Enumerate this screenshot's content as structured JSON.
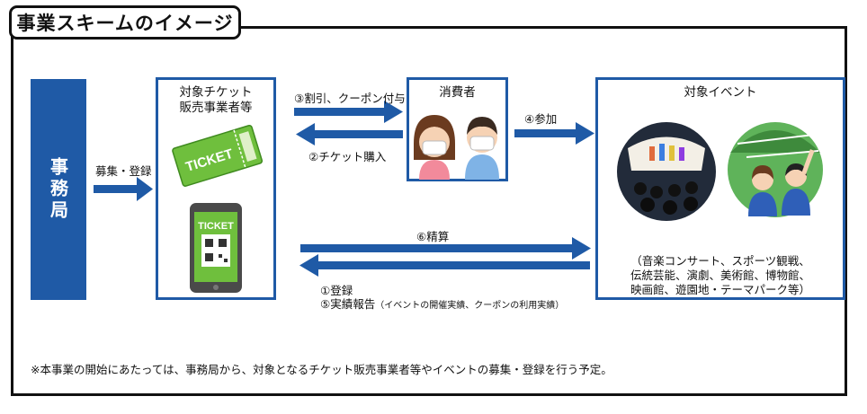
{
  "title": "事業スキームのイメージ",
  "nodes": {
    "secretariat": "事務局",
    "sellers_line1": "対象チケット",
    "sellers_line2": "販売事業者等",
    "consumers": "消費者",
    "events": "対象イベント",
    "events_note_line1": "（音楽コンサート、スポーツ観戦、",
    "events_note_line2": "伝統芸能、演劇、美術館、博物館、",
    "events_note_line3": "映画館、遊園地・テーマパーク等）"
  },
  "flows": {
    "recruit": "募集・登録",
    "discount": "③割引、クーポン付与",
    "purchase": "②チケット購入",
    "participate": "④参加",
    "settle": "⑥精算",
    "register": "①登録",
    "report_main": "⑤実績報告",
    "report_detail": "（イベントの開催実績、クーポンの利用実績）"
  },
  "footnote": "※本事業の開始にあたっては、事務局から、対象となるチケット販売事業者等やイベントの募集・登録を行う予定。",
  "images": {
    "ticket_text": "TICKET",
    "phone_ticket_text": "TICKET"
  },
  "colors": {
    "accent": "#1f5aa6",
    "ticket_green": "#6fbf3d"
  }
}
